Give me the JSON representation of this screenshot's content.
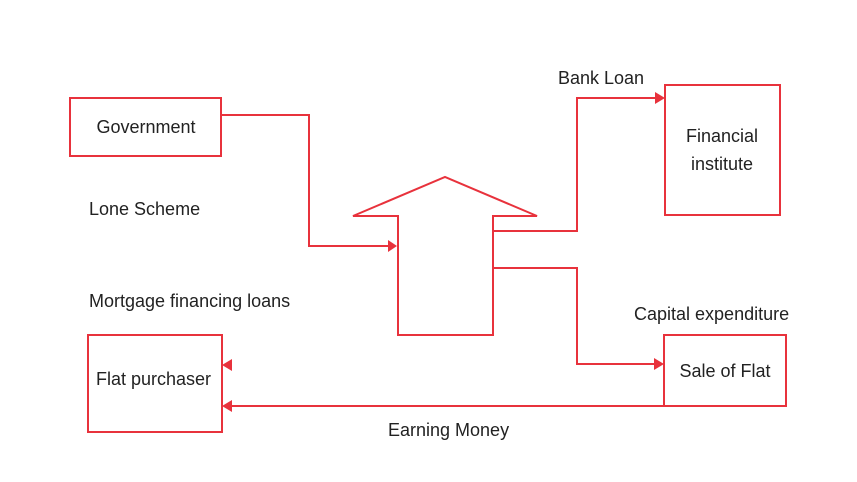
{
  "colors": {
    "stroke": "#e8323c",
    "text": "#222222",
    "background": "#ffffff"
  },
  "nodes": {
    "government": "Government",
    "financial_line1": "Financial",
    "financial_line2": "institute",
    "flat_purchaser": "Flat purchaser",
    "sale_of_flat": "Sale of Flat"
  },
  "labels": {
    "bank_loan": "Bank Loan",
    "lone_scheme": "Lone Scheme",
    "mortgage": "Mortgage financing loans",
    "capital_expenditure": "Capital expenditure",
    "earning_money": "Earning Money"
  }
}
